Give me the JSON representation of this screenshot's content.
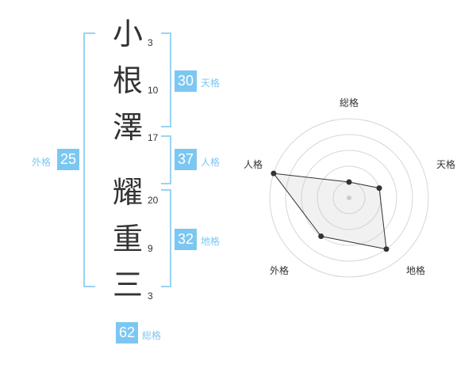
{
  "name_chars": [
    {
      "char": "小",
      "strokes": "3"
    },
    {
      "char": "根",
      "strokes": "10"
    },
    {
      "char": "澤",
      "strokes": "17"
    },
    {
      "char": "耀",
      "strokes": "20"
    },
    {
      "char": "重",
      "strokes": "9"
    },
    {
      "char": "三",
      "strokes": "3"
    }
  ],
  "fortunes": {
    "tenkaku": {
      "value": "30",
      "label": "天格"
    },
    "jinkaku": {
      "value": "37",
      "label": "人格"
    },
    "chikaku": {
      "value": "32",
      "label": "地格"
    },
    "gaikaku": {
      "value": "25",
      "label": "外格"
    },
    "soukaku": {
      "value": "62",
      "label": "総格"
    }
  },
  "colors": {
    "accent": "#7cc7f2",
    "bracket": "#9ad2f5",
    "text": "#333333"
  },
  "chart_data": {
    "type": "radar",
    "axes": [
      "総格",
      "天格",
      "地格",
      "外格",
      "人格"
    ],
    "values": [
      1,
      2,
      4,
      3,
      5
    ],
    "max": 5,
    "grid_levels": 5
  }
}
